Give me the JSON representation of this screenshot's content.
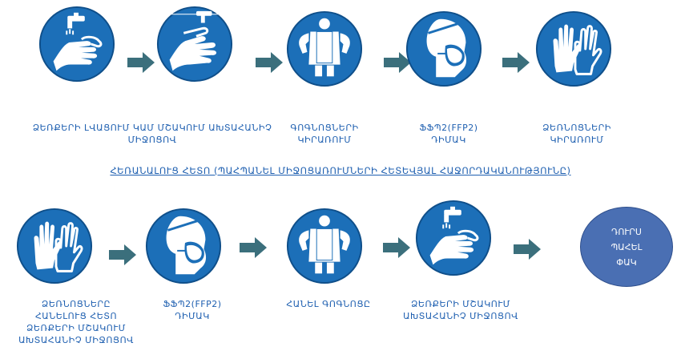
{
  "row1": {
    "steps": [
      {
        "icon": "wash-hands-faucet-icon",
        "label": "ՁԵՌՔԵՐԻ ԼՎԱՑՈՒՄ ԿԱՄ ՄՇԱԿՈՒՄ ԱԽՏԱՀԱՆԻՉ\nՄԻՋՈՑՈՎ"
      },
      {
        "icon": "disinfect-hands-icon",
        "label": ""
      },
      {
        "icon": "protective-gown-icon",
        "label": "ԳՈԳՆՈՑՆԵՐԻ\nԿԻՐԱՌՈՒՄ"
      },
      {
        "icon": "ffp2-mask-icon",
        "label": "ՖՖՊ2(FFP2)\nԴԻՄԱԿ"
      },
      {
        "icon": "gloves-icon",
        "label": "ՁԵՌՆՈՑՆԵՐԻ\nԿԻՐԱՌՈՒՄ"
      }
    ]
  },
  "middle_note": "ՀԵՌԱՆԱԼՈՒՑ ՀԵՏՈ (ՊԱՀՊԱՆԵԼ ՄԻՋՈՑԱՌՈՒՄՆԵՐԻ ՀԵՏԵՎՅԱԼ ՀԱՋՈՐԴԱԿԱՆՈՒԹՅՈՒՆԸ)",
  "row2": {
    "steps": [
      {
        "icon": "gloves-icon",
        "label": "ՁԵՌՆՈՑՆԵՐԸ\nՀԱՆԵԼՈՒՑ ՀԵՏՈ\nՁԵՌՔԵՐԻ ՄՇԱԿՈՒՄ\nԱԽՏԱՀԱՆԻՉ ՄԻՋՈՑՈՎ"
      },
      {
        "icon": "ffp2-mask-icon",
        "label": "ՖՖՊ2(FFP2)\nԴԻՄԱԿ"
      },
      {
        "icon": "protective-gown-icon",
        "label": "ՀԱՆԵԼ ԳՈԳՆՈՑԸ"
      },
      {
        "icon": "wash-hands-faucet-icon",
        "label": "ՁԵՌՔԵՐԻ ՄՇԱԿՈՒՄ\nԱԽՏԱՀԱՆԻՉ ՄԻՋՈՑՈՎ"
      }
    ],
    "exit_label": "ԴՈՒՐՍ\nՊԱՀԵԼ\nՓԱԿ"
  },
  "colors": {
    "icon_blue": "#1c6fb8",
    "arrow_teal": "#3b6f7c",
    "text_blue": "#1e5fb0",
    "exit_blue": "#4a6fb3"
  }
}
